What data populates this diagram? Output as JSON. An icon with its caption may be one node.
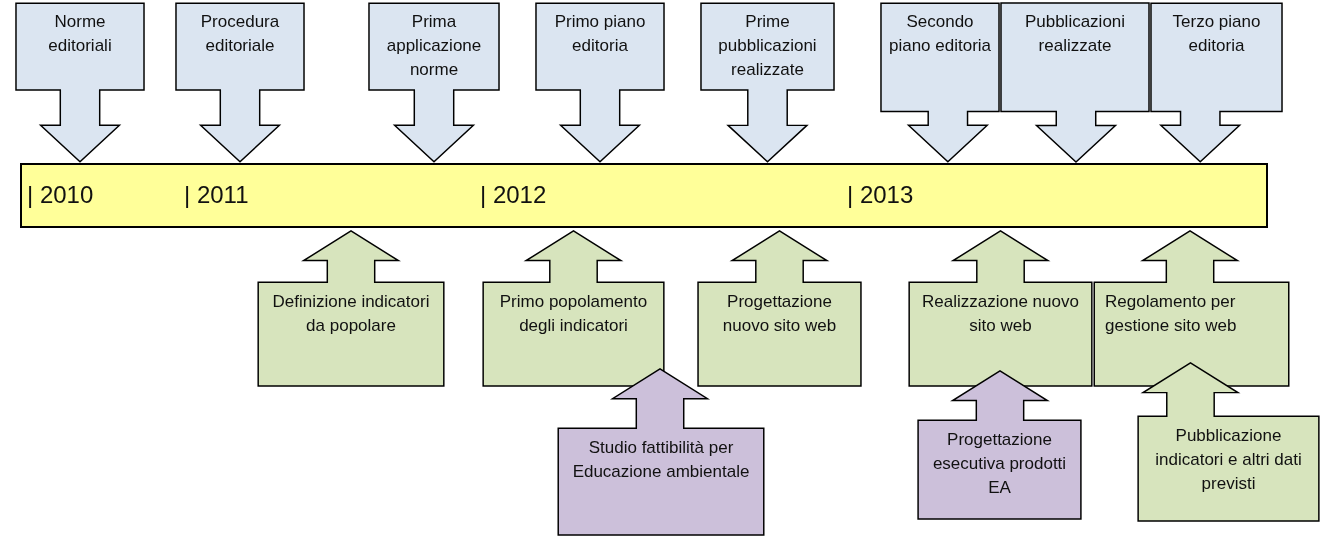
{
  "diagram": {
    "nodes": [
      {
        "text": [
          "Norme editoriali"
        ]
      },
      {
        "text": [
          "Procedura editoriale"
        ]
      },
      {
        "text": [
          "Prima applicazione norme"
        ]
      },
      {
        "text": [
          "Primo piano editoria"
        ]
      },
      {
        "text": [
          "Prime pubblicazioni realizzate"
        ]
      },
      {
        "text": [
          "Secondo piano editoria"
        ]
      },
      {
        "text": [
          "Pubblicazioni realizzate"
        ]
      },
      {
        "text": [
          "Terzo piano editoria"
        ]
      },
      {
        "text": [
          "| 2010",
          "| 2011",
          "| 2012",
          "| 2013"
        ]
      },
      {
        "text": [
          "Definizione indicatori da popolare"
        ]
      },
      {
        "text": [
          "Primo popolamento degli indicatori"
        ]
      },
      {
        "text": [
          "Progettazione nuovo sito web"
        ]
      },
      {
        "text": [
          "Realizzazione nuovo sito web"
        ]
      },
      {
        "text": [
          "Regolamento per gestione sito web"
        ]
      },
      {
        "text": [
          "Studio fattibilità per Educazione ambientale"
        ]
      },
      {
        "text": [
          "Progettazione esecutiva prodotti EA"
        ]
      },
      {
        "text": [
          "Pubblicazione indicatori e altri dati previsti"
        ]
      }
    ]
  }
}
